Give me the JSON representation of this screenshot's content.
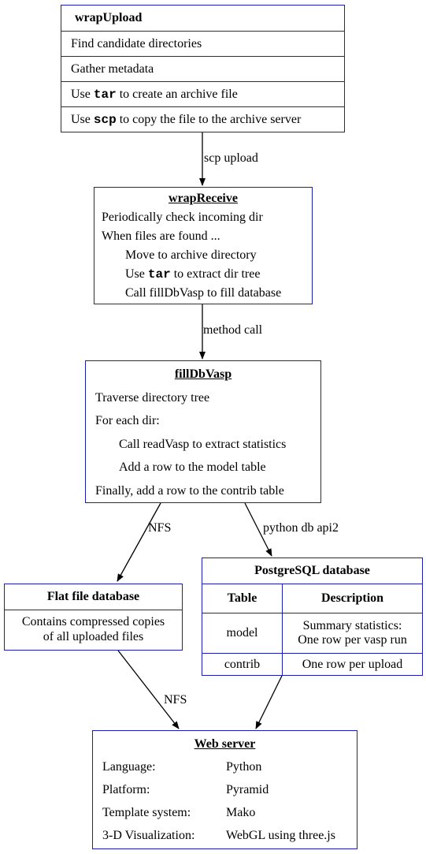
{
  "nodes": {
    "wrapupload": {
      "title": "wrapUpload",
      "rows": [
        "Find candidate directories",
        "Gather metadata"
      ],
      "tar_row": {
        "pre": "Use ",
        "code": "tar",
        "post": " to create an archive file"
      },
      "scp_row": {
        "pre": "Use ",
        "code": "scp",
        "post": " to copy the file to the archive server"
      }
    },
    "wrapreceive": {
      "title": "wrapReceive",
      "lines": [
        "Periodically check incoming dir",
        "When files are found ...",
        "Move to archive directory"
      ],
      "tar_line": {
        "pre": "Use ",
        "code": "tar",
        "post": " to extract dir tree"
      },
      "last_line": "Call fillDbVasp to fill database"
    },
    "filldbvasp": {
      "title": "fillDbVasp",
      "lines": [
        "Traverse directory tree",
        "For each dir:",
        "Call readVasp to extract statistics",
        "Add a row to the model table",
        "Finally, add a row to the contrib table"
      ]
    },
    "flatfile": {
      "title": "Flat file database",
      "body_line1": "Contains compressed copies",
      "body_line2": "of all uploaded files"
    },
    "postgres": {
      "title": "PostgreSQL database",
      "header": [
        "Table",
        "Description"
      ],
      "rows": [
        {
          "table": "model",
          "desc1": "Summary statistics:",
          "desc2": "One row per vasp run"
        },
        {
          "table": "contrib",
          "desc1": "One row per upload"
        }
      ]
    },
    "webserver": {
      "title": "Web server",
      "props": [
        {
          "key": "Language:",
          "value": "Python"
        },
        {
          "key": "Platform:",
          "value": "Pyramid"
        },
        {
          "key": "Template system:",
          "value": "Mako"
        },
        {
          "key": "3-D Visualization:",
          "value": "WebGL using three.js"
        }
      ]
    }
  },
  "edges": {
    "scp_upload": "scp upload",
    "method_call": "method call",
    "nfs_left": "NFS",
    "python_db": "python db api2",
    "nfs_bottom": "NFS"
  },
  "colors": {
    "node_border": "#1c1cb8",
    "edge": "#000000"
  }
}
